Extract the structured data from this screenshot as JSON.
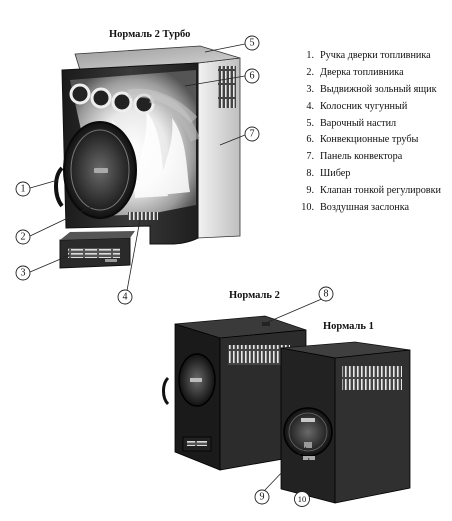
{
  "titles": {
    "cutaway": "Нормаль 2 Турбо",
    "model_large": "Нормаль 2",
    "model_small": "Нормаль 1"
  },
  "legend": [
    {
      "num": "1.",
      "text": "Ручка дверки топливника"
    },
    {
      "num": "2.",
      "text": "Дверка топливника"
    },
    {
      "num": "3.",
      "text": "Выдвижной зольный ящик"
    },
    {
      "num": "4.",
      "text": "Колосник чугунный"
    },
    {
      "num": "5.",
      "text": "Варочный настил"
    },
    {
      "num": "6.",
      "text": "Конвекционные трубы"
    },
    {
      "num": "7.",
      "text": "Панель конвектора"
    },
    {
      "num": "8.",
      "text": "Шибер"
    },
    {
      "num": "9.",
      "text": "Клапан тонкой регулировки"
    },
    {
      "num": "10.",
      "text": "Воздушная заслонка"
    }
  ],
  "callouts": [
    "1",
    "2",
    "3",
    "4",
    "5",
    "6",
    "7",
    "8",
    "9",
    "10"
  ]
}
